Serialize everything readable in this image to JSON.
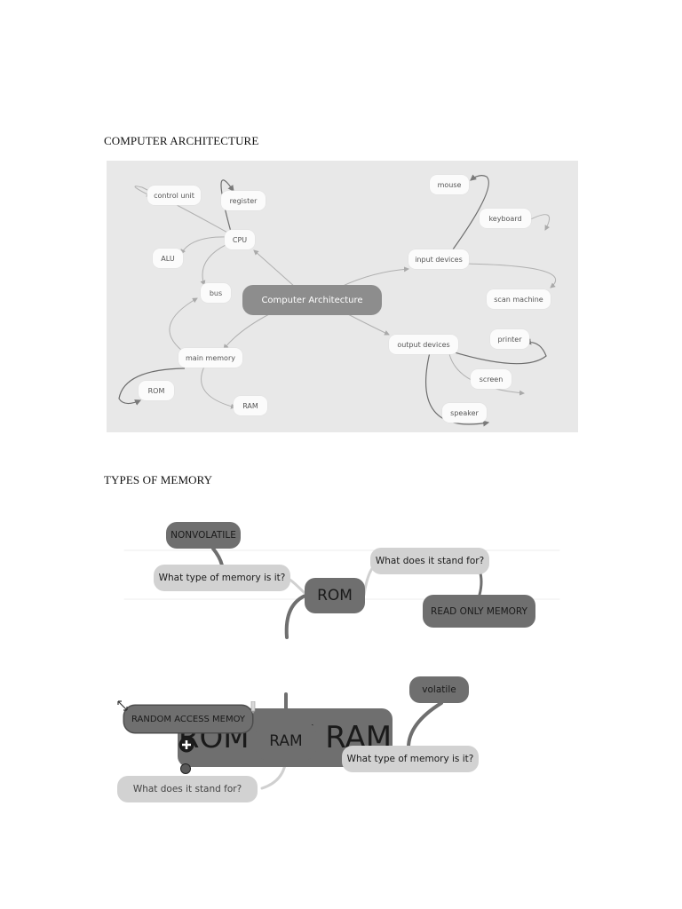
{
  "headings": {
    "computer_architecture": "COMPUTER ARCHITECTURE",
    "types_of_memory": "TYPES OF MEMORY"
  },
  "map1": {
    "center": "Computer Architecture",
    "nodes": {
      "control_unit": "control unit",
      "register": "register",
      "cpu": "CPU",
      "alu": "ALU",
      "bus": "bus",
      "main_memory": "main memory",
      "rom": "ROM",
      "ram": "RAM",
      "input_devices": "input devices",
      "mouse": "mouse",
      "keyboard": "keyboard",
      "scan_machine": "scan machine",
      "output_devices": "output devices",
      "printer": "printer",
      "screen": "screen",
      "speaker": "speaker"
    }
  },
  "map2": {
    "center": "ROM and RAM",
    "rom": "ROM",
    "ram": "RAM",
    "nonvolatile": "NONVOLATILE",
    "rom_type_question": "What type of memory is it?",
    "rom_stand_question": "What does it stand for?",
    "read_only_memory": "READ ONLY MEMORY",
    "volatile": "volatile",
    "ram_type_question": "What type of memory is it?",
    "random_access": "RANDOM ACCESS MEMOY",
    "ram_stand_question": "What does it stand for?"
  },
  "colors": {
    "map1_background": "#e8e8e8",
    "map1_center": "#8d8d8d",
    "map2_dark_node": "#6f6f6f",
    "map2_light_node": "#d2d2d2"
  },
  "icons": [
    "plus-circle-icon",
    "resize-arrow-icon",
    "pencil-icon"
  ]
}
